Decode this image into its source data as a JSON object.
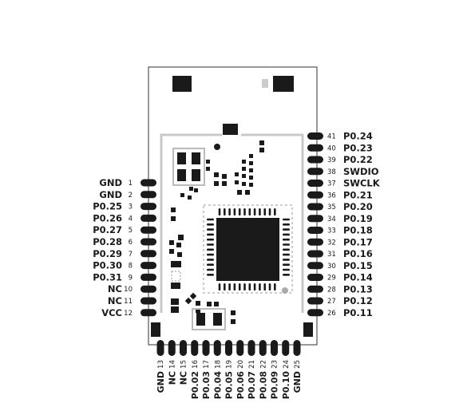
{
  "left_pins": [
    {
      "num": "1",
      "label": "GND"
    },
    {
      "num": "2",
      "label": "GND"
    },
    {
      "num": "3",
      "label": "P0.25"
    },
    {
      "num": "4",
      "label": "P0.26"
    },
    {
      "num": "5",
      "label": "P0.27"
    },
    {
      "num": "6",
      "label": "P0.28"
    },
    {
      "num": "7",
      "label": "P0.29"
    },
    {
      "num": "8",
      "label": "P0.30"
    },
    {
      "num": "9",
      "label": "P0.31"
    },
    {
      "num": "10",
      "label": "NC"
    },
    {
      "num": "11",
      "label": "NC"
    },
    {
      "num": "12",
      "label": "VCC"
    }
  ],
  "right_pins": [
    {
      "num": "41",
      "label": "P0.24"
    },
    {
      "num": "40",
      "label": "P0.23"
    },
    {
      "num": "39",
      "label": "P0.22"
    },
    {
      "num": "38",
      "label": "SWDIO"
    },
    {
      "num": "37",
      "label": "SWCLK"
    },
    {
      "num": "36",
      "label": "P0.21"
    },
    {
      "num": "35",
      "label": "P0.20"
    },
    {
      "num": "34",
      "label": "P0.19"
    },
    {
      "num": "33",
      "label": "P0.18"
    },
    {
      "num": "32",
      "label": "P0.17"
    },
    {
      "num": "31",
      "label": "P0.16"
    },
    {
      "num": "30",
      "label": "P0.15"
    },
    {
      "num": "29",
      "label": "P0.14"
    },
    {
      "num": "28",
      "label": "P0.13"
    },
    {
      "num": "27",
      "label": "P0.12"
    },
    {
      "num": "26",
      "label": "P0.11"
    }
  ],
  "bottom_pins": [
    {
      "num": "13",
      "label": "GND"
    },
    {
      "num": "14",
      "label": "NC"
    },
    {
      "num": "15",
      "label": "NC"
    },
    {
      "num": "16",
      "label": "P0.02"
    },
    {
      "num": "17",
      "label": "P0.03"
    },
    {
      "num": "18",
      "label": "P0.04"
    },
    {
      "num": "19",
      "label": "P0.05"
    },
    {
      "num": "20",
      "label": "P0.06"
    },
    {
      "num": "21",
      "label": "P0.07"
    },
    {
      "num": "22",
      "label": "P0.08"
    },
    {
      "num": "23",
      "label": "P0.09"
    },
    {
      "num": "24",
      "label": "P0.10"
    },
    {
      "num": "25",
      "label": "GND"
    }
  ],
  "colors": {
    "outline": "#555555",
    "component": "#1a1a1a",
    "shield": "#c8c8c8",
    "pad_highlight": "#cccccc"
  }
}
